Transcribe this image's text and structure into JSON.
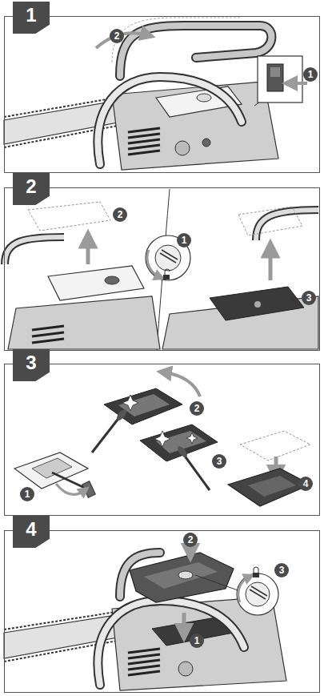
{
  "diagram": {
    "nodes": [
      {
        "text": [
          "1"
        ]
      },
      {
        "text": [
          "2"
        ]
      },
      {
        "text": [
          "3"
        ]
      },
      {
        "text": [
          "4"
        ]
      }
    ],
    "labels": [
      "1",
      "2",
      "1",
      "2",
      "3",
      "1",
      "2",
      "3",
      "4",
      "1",
      "2",
      "3"
    ]
  }
}
